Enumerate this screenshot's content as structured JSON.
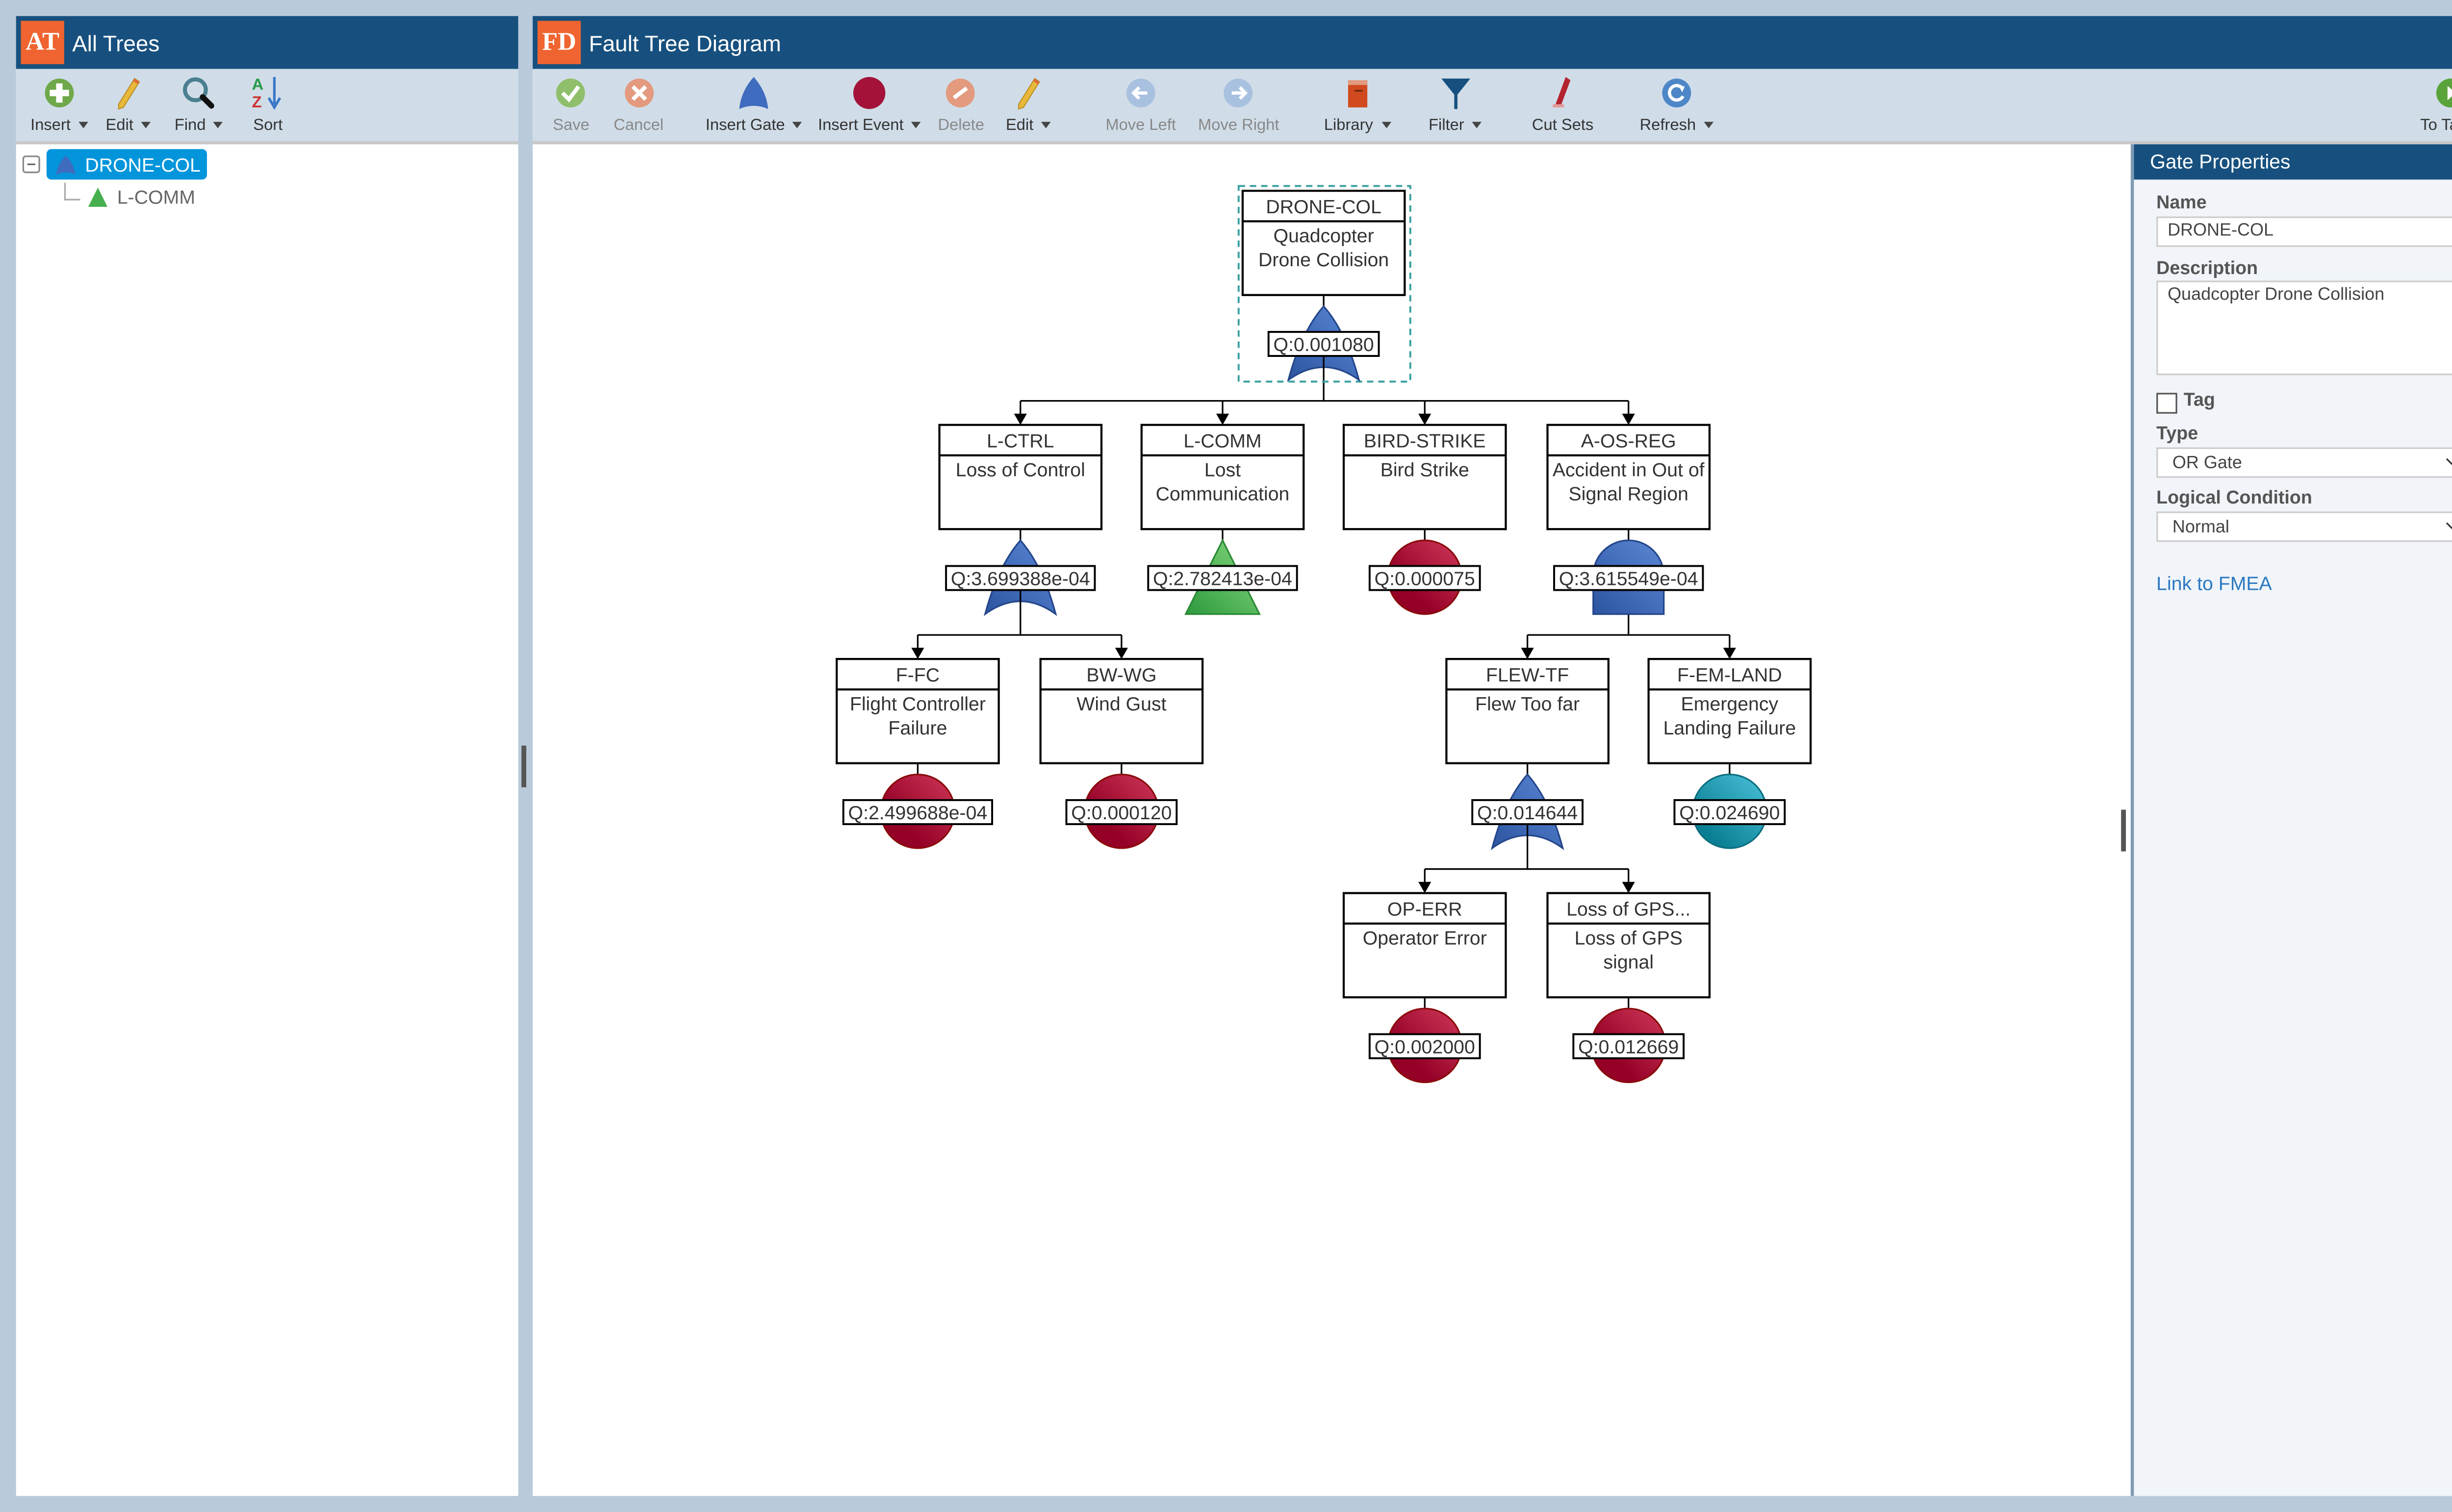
{
  "left_panel": {
    "badge": "AT",
    "title": "All Trees",
    "toolbar": [
      {
        "label": "Insert",
        "icon": "plus-circle-icon",
        "dropdown": true
      },
      {
        "label": "Edit",
        "icon": "pencil-icon",
        "dropdown": true
      },
      {
        "label": "Find",
        "icon": "magnifier-icon",
        "dropdown": true
      },
      {
        "label": "Sort",
        "icon": "sort-az-icon",
        "dropdown": false
      }
    ],
    "tree": {
      "root": {
        "label": "DRONE-COL",
        "icon": "or-gate-icon",
        "expanded": true,
        "selected": true
      },
      "children": [
        {
          "label": "L-COMM",
          "icon": "transfer-triangle-icon"
        }
      ]
    }
  },
  "center_panel": {
    "badge": "FD",
    "title": "Fault Tree Diagram",
    "toolbar": [
      {
        "label": "Save",
        "icon": "check-circle-icon",
        "enabled": false
      },
      {
        "label": "Cancel",
        "icon": "x-circle-icon",
        "enabled": false
      },
      {
        "label": "Insert Gate",
        "icon": "gate-icon",
        "dropdown": true
      },
      {
        "label": "Insert Event",
        "icon": "event-circle-icon",
        "dropdown": true
      },
      {
        "label": "Delete",
        "icon": "delete-icon",
        "enabled": false
      },
      {
        "label": "Edit",
        "icon": "pencil-icon",
        "dropdown": true
      },
      {
        "label": "Move Left",
        "icon": "arrow-left-circle-icon",
        "enabled": false
      },
      {
        "label": "Move Right",
        "icon": "arrow-right-circle-icon",
        "enabled": false
      },
      {
        "label": "Library",
        "icon": "book-icon",
        "dropdown": true
      },
      {
        "label": "Filter",
        "icon": "funnel-icon",
        "dropdown": true
      },
      {
        "label": "Cut Sets",
        "icon": "scissors-icon"
      },
      {
        "label": "Refresh",
        "icon": "refresh-icon",
        "dropdown": true
      },
      {
        "label": "To Table",
        "icon": "arrow-right-green-icon"
      }
    ]
  },
  "diagram": {
    "selected": "DRONE-COL",
    "colors": {
      "gate": "#3f6cbf",
      "basic_event": "#a4123a",
      "transfer": "#45b04d",
      "undeveloped": "#1fa3bd",
      "selection": "#3aa0a0"
    },
    "nodes": [
      {
        "id": "DRONE-COL",
        "desc": [
          "Quadcopter",
          "Drone Collision"
        ],
        "q": "Q:0.001080",
        "symbol": "or",
        "parent": null
      },
      {
        "id": "L-CTRL",
        "desc": [
          "Loss of Control"
        ],
        "q": "Q:3.699388e-04",
        "symbol": "or",
        "parent": "DRONE-COL"
      },
      {
        "id": "L-COMM",
        "desc": [
          "Lost",
          "Communication"
        ],
        "q": "Q:2.782413e-04",
        "symbol": "transfer",
        "parent": "DRONE-COL"
      },
      {
        "id": "BIRD-STRIKE",
        "desc": [
          "Bird Strike"
        ],
        "q": "Q:0.000075",
        "symbol": "basic",
        "parent": "DRONE-COL"
      },
      {
        "id": "A-OS-REG",
        "desc": [
          "Accident in Out of",
          "Signal Region"
        ],
        "q": "Q:3.615549e-04",
        "symbol": "and",
        "parent": "DRONE-COL"
      },
      {
        "id": "F-FC",
        "desc": [
          "Flight Controller",
          "Failure"
        ],
        "q": "Q:2.499688e-04",
        "symbol": "basic",
        "parent": "L-CTRL"
      },
      {
        "id": "BW-WG",
        "desc": [
          "Wind Gust"
        ],
        "q": "Q:0.000120",
        "symbol": "basic",
        "parent": "L-CTRL"
      },
      {
        "id": "FLEW-TF",
        "desc": [
          "Flew Too far"
        ],
        "q": "Q:0.014644",
        "symbol": "or",
        "parent": "A-OS-REG"
      },
      {
        "id": "F-EM-LAND",
        "desc": [
          "Emergency",
          "Landing Failure"
        ],
        "q": "Q:0.024690",
        "symbol": "undeveloped",
        "parent": "A-OS-REG"
      },
      {
        "id": "OP-ERR",
        "desc": [
          "Operator Error"
        ],
        "q": "Q:0.002000",
        "symbol": "basic",
        "parent": "FLEW-TF"
      },
      {
        "id": "Loss of GPS...",
        "desc": [
          "Loss of GPS",
          "signal"
        ],
        "q": "Q:0.012669",
        "symbol": "basic",
        "parent": "FLEW-TF"
      }
    ]
  },
  "properties": {
    "title": "Gate Properties",
    "name_label": "Name",
    "name_value": "DRONE-COL",
    "description_label": "Description",
    "description_value": "Quadcopter Drone Collision",
    "tag_label": "Tag",
    "tag_checked": false,
    "type_label": "Type",
    "type_value": "OR Gate",
    "condition_label": "Logical Condition",
    "condition_value": "Normal",
    "link_label": "Link to FMEA"
  }
}
